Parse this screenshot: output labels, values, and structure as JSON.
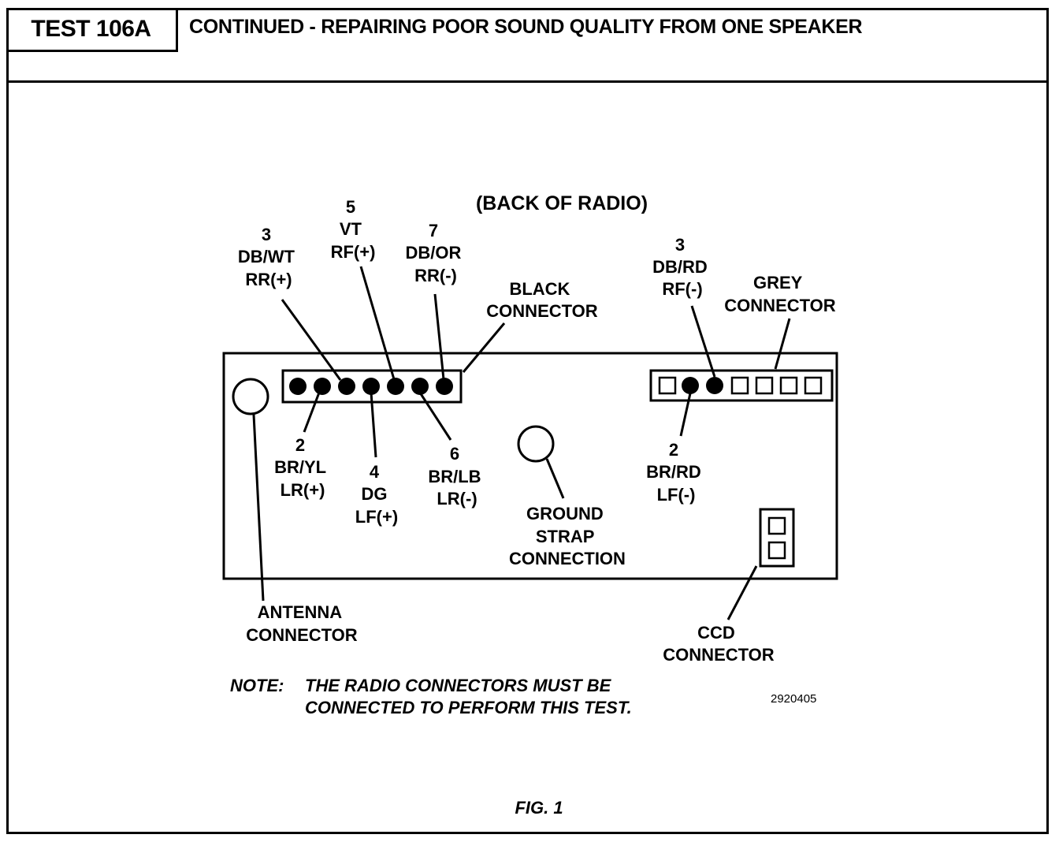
{
  "header": {
    "test_id": "TEST 106A",
    "title": "CONTINUED - REPAIRING POOR SOUND QUALITY FROM ONE SPEAKER"
  },
  "diagram": {
    "caption": "(BACK OF RADIO)",
    "black_connector_label": [
      "BLACK",
      "CONNECTOR"
    ],
    "grey_connector_label": [
      "GREY",
      "CONNECTOR"
    ],
    "pins_top": [
      {
        "lines": [
          "3",
          "DB/WT",
          "RR(+)"
        ]
      },
      {
        "lines": [
          "5",
          "VT",
          "RF(+)"
        ]
      },
      {
        "lines": [
          "7",
          "DB/OR",
          "RR(-)"
        ]
      },
      {
        "lines": [
          "3",
          "DB/RD",
          "RF(-)"
        ]
      }
    ],
    "pins_bottom": [
      {
        "lines": [
          "2",
          "BR/YL",
          "LR(+)"
        ]
      },
      {
        "lines": [
          "4",
          "DG",
          "LF(+)"
        ]
      },
      {
        "lines": [
          "6",
          "BR/LB",
          "LR(-)"
        ]
      },
      {
        "lines": [
          "2",
          "BR/RD",
          "LF(-)"
        ]
      }
    ],
    "ground_strap_label": [
      "GROUND",
      "STRAP",
      "CONNECTION"
    ],
    "antenna_label": [
      "ANTENNA",
      "CONNECTOR"
    ],
    "ccd_label": [
      "CCD",
      "CONNECTOR"
    ],
    "note_prefix": "NOTE:",
    "note_lines": [
      "THE RADIO CONNECTORS MUST BE",
      "CONNECTED TO PERFORM THIS TEST."
    ],
    "figure_code": "2920405",
    "figure_caption": "FIG. 1"
  }
}
